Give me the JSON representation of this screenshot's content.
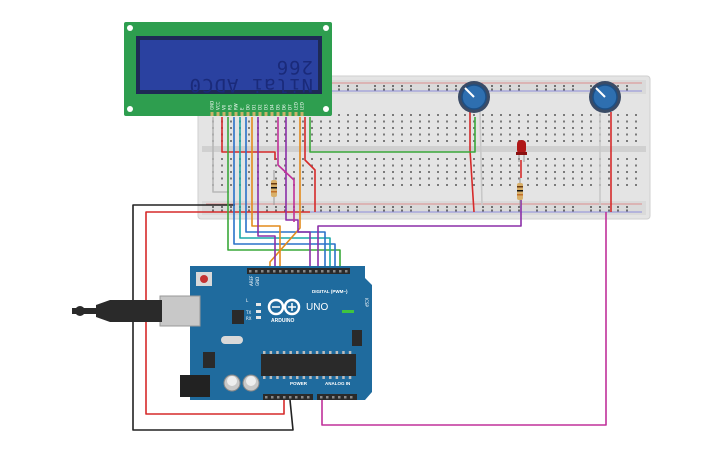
{
  "lcd": {
    "line1": "266",
    "line2": "Nilai ADC0",
    "pin_labels": [
      "GND",
      "VCC",
      "V0",
      "RS",
      "RW",
      "E",
      "D0",
      "D1",
      "D2",
      "D3",
      "D4",
      "D5",
      "D6",
      "D7",
      "LED",
      "LED"
    ]
  },
  "arduino": {
    "model": "UNO",
    "brand": "ARDUINO",
    "digital_label": "DIGITAL (PWM~)",
    "analog_label": "ANALOG IN",
    "power_label": "POWER",
    "tx_label": "TX",
    "rx_label": "RX",
    "aref_label": "AREF",
    "gnd_label": "GND",
    "l_label": "L",
    "icsp_label": "ICSP"
  },
  "colors": {
    "board": "#1f6b9e",
    "lcd_pcb": "#2e9e4f",
    "lcd_screen": "#253a8f",
    "breadboard": "#e6e6e6",
    "wire_red": "#d62a2a",
    "wire_black": "#222222",
    "wire_green": "#3aa83a",
    "wire_blue": "#2a72c9",
    "wire_purple": "#8b2fa8",
    "wire_orange": "#e38b1c",
    "wire_teal": "#1ca8a8",
    "wire_magenta": "#c0309a",
    "wire_gray": "#9a9a9a"
  }
}
